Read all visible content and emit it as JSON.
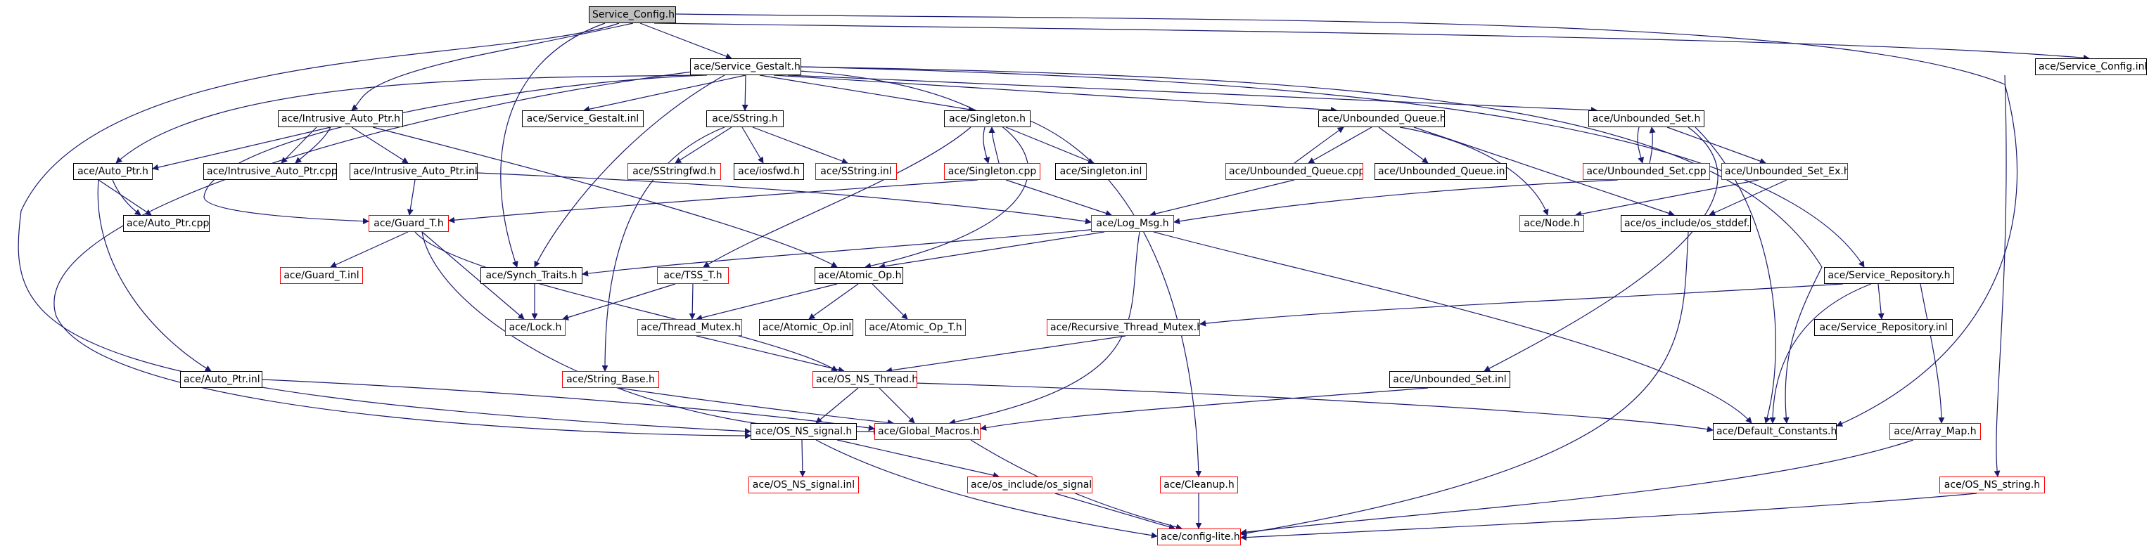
{
  "colors": {
    "edge": "#191970",
    "border_default": "#000000",
    "border_missing": "#ff0000",
    "root_fill": "#bfbfbf",
    "background": "#ffffff"
  },
  "nodes": {
    "service_config_h": "Service_Config.h",
    "service_gestalt_h": "ace/Service_Gestalt.h",
    "service_config_inl": "ace/Service_Config.inl",
    "intrusive_auto_ptr_h": "ace/Intrusive_Auto_Ptr.h",
    "service_gestalt_inl": "ace/Service_Gestalt.inl",
    "sstring_h": "ace/SString.h",
    "singleton_h": "ace/Singleton.h",
    "unbounded_queue_h": "ace/Unbounded_Queue.h",
    "unbounded_set_h": "ace/Unbounded_Set.h",
    "auto_ptr_h": "ace/Auto_Ptr.h",
    "intrusive_auto_ptr_cpp": "ace/Intrusive_Auto_Ptr.cpp",
    "intrusive_auto_ptr_inl": "ace/Intrusive_Auto_Ptr.inl",
    "sstringfwd_h": "ace/SStringfwd.h",
    "iosfwd_h": "ace/iosfwd.h",
    "sstring_inl": "ace/SString.inl",
    "singleton_cpp": "ace/Singleton.cpp",
    "singleton_inl": "ace/Singleton.inl",
    "unbounded_queue_cpp": "ace/Unbounded_Queue.cpp",
    "unbounded_queue_inl": "ace/Unbounded_Queue.inl",
    "unbounded_set_cpp": "ace/Unbounded_Set.cpp",
    "unbounded_set_ex_h": "ace/Unbounded_Set_Ex.h",
    "auto_ptr_cpp": "ace/Auto_Ptr.cpp",
    "guard_t_h": "ace/Guard_T.h",
    "log_msg_h": "ace/Log_Msg.h",
    "node_h": "ace/Node.h",
    "os_stddef_h": "ace/os_include/os_stddef.h",
    "guard_t_inl": "ace/Guard_T.inl",
    "synch_traits_h": "ace/Synch_Traits.h",
    "tss_t_h": "ace/TSS_T.h",
    "atomic_op_h": "ace/Atomic_Op.h",
    "service_repository_h": "ace/Service_Repository.h",
    "lock_h": "ace/Lock.h",
    "thread_mutex_h": "ace/Thread_Mutex.h",
    "atomic_op_inl": "ace/Atomic_Op.inl",
    "atomic_op_t_h": "ace/Atomic_Op_T.h",
    "recursive_thread_mutex_h": "ace/Recursive_Thread_Mutex.h",
    "service_repository_inl": "ace/Service_Repository.inl",
    "auto_ptr_inl": "ace/Auto_Ptr.inl",
    "string_base_h": "ace/String_Base.h",
    "os_ns_thread_h": "ace/OS_NS_Thread.h",
    "unbounded_set_inl": "ace/Unbounded_Set.inl",
    "os_ns_signal_h": "ace/OS_NS_signal.h",
    "global_macros_h": "ace/Global_Macros.h",
    "default_constants_h": "ace/Default_Constants.h",
    "array_map_h": "ace/Array_Map.h",
    "os_ns_signal_inl": "ace/OS_NS_signal.inl",
    "os_signal_h": "ace/os_include/os_signal.h",
    "cleanup_h": "ace/Cleanup.h",
    "os_ns_string_h": "ace/OS_NS_string.h",
    "config_lite_h": "ace/config-lite.h"
  }
}
